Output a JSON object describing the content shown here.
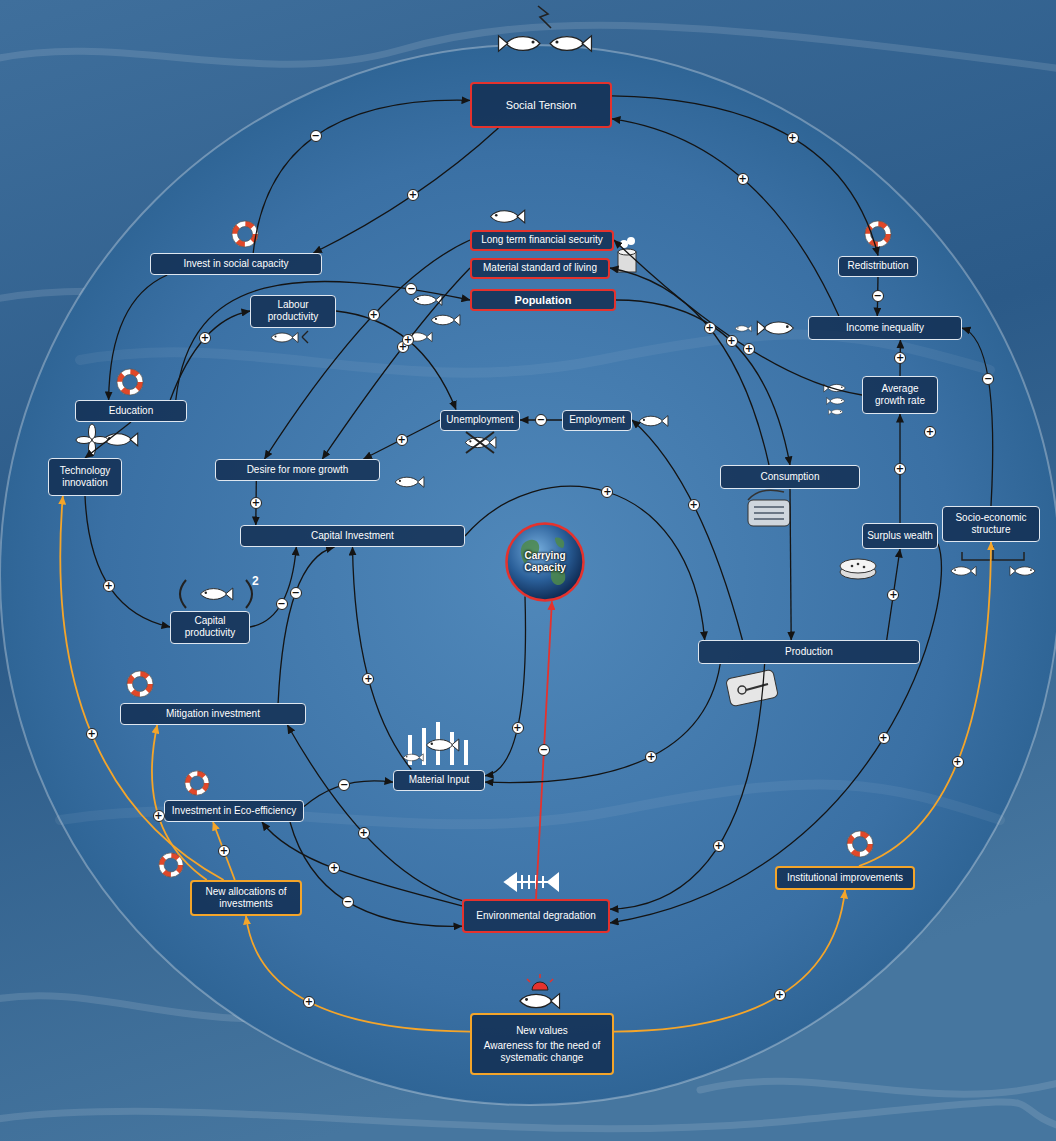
{
  "diagram": {
    "nodes": [
      {
        "text": [
          "Social Tension"
        ]
      },
      {
        "text": [
          "Invest in social capacity"
        ]
      },
      {
        "text": [
          "Long term financial security"
        ]
      },
      {
        "text": [
          "Redistribution"
        ]
      },
      {
        "text": [
          "Material standard of living"
        ]
      },
      {
        "text": [
          "Labour productivity"
        ]
      },
      {
        "text": [
          "Population"
        ]
      },
      {
        "text": [
          "Income inequality"
        ]
      },
      {
        "text": [
          "Education"
        ]
      },
      {
        "text": [
          "Unemployment"
        ]
      },
      {
        "text": [
          "Employment"
        ]
      },
      {
        "text": [
          "Average growth rate"
        ]
      },
      {
        "text": [
          "Desire for more growth"
        ]
      },
      {
        "text": [
          "Technology innovation"
        ]
      },
      {
        "text": [
          "Consumption"
        ]
      },
      {
        "text": [
          "Capital Investment"
        ]
      },
      {
        "text": [
          "Socio-economic structure"
        ]
      },
      {
        "text": [
          "Surplus wealth"
        ]
      },
      {
        "text": [
          "Capital productivity"
        ]
      },
      {
        "text": [
          "Carrying Capacity"
        ]
      },
      {
        "text": [
          "Production"
        ]
      },
      {
        "text": [
          "Mitigation investment"
        ]
      },
      {
        "text": [
          "Material Input"
        ]
      },
      {
        "text": [
          "Investment in Eco-efficiency"
        ]
      },
      {
        "text": [
          "New allocations of investments"
        ]
      },
      {
        "text": [
          "Institutional improvements"
        ]
      },
      {
        "text": [
          "Environmental degradation"
        ]
      },
      {
        "text": [
          "New values",
          "Awareness for the need of systematic change"
        ]
      }
    ],
    "edges": [
      {
        "from": 1,
        "to": 0,
        "arrow": "to",
        "label": "−"
      },
      {
        "from": 0,
        "to": 1,
        "arrow": "to",
        "label": "+"
      },
      {
        "from": 0,
        "to": 3,
        "arrow": "to",
        "label": "+"
      },
      {
        "from": 7,
        "to": 0,
        "arrow": "to",
        "label": "+"
      },
      {
        "from": 3,
        "to": 7,
        "arrow": "to",
        "label": "−"
      },
      {
        "from": 11,
        "to": 7,
        "arrow": "to",
        "label": "+"
      },
      {
        "from": 16,
        "to": 7,
        "arrow": "to",
        "label": "−"
      },
      {
        "from": 11,
        "to": 2,
        "arrow": "to",
        "label": "+"
      },
      {
        "from": 14,
        "to": 4,
        "arrow": "to",
        "label": "+"
      },
      {
        "from": 17,
        "to": 11,
        "arrow": "to",
        "label": "+"
      },
      {
        "from": 2,
        "to": 12,
        "arrow": "to",
        "label": "+"
      },
      {
        "from": 4,
        "to": 12,
        "arrow": "to",
        "label": "+"
      },
      {
        "from": 9,
        "to": 12,
        "arrow": "to",
        "label": "+"
      },
      {
        "from": 10,
        "to": 9,
        "arrow": "to",
        "label": "−"
      },
      {
        "from": 5,
        "to": 9,
        "arrow": "to",
        "label": "+"
      },
      {
        "from": 8,
        "to": 5,
        "arrow": "to",
        "label": "+"
      },
      {
        "from": 1,
        "to": 8,
        "arrow": "to"
      },
      {
        "from": 8,
        "to": 13,
        "arrow": "to"
      },
      {
        "from": 8,
        "to": 6,
        "arrow": "to",
        "label": "−"
      },
      {
        "from": 6,
        "to": 14,
        "arrow": "to",
        "label": "+"
      },
      {
        "from": 20,
        "to": 10,
        "arrow": "to",
        "label": "+"
      },
      {
        "from": 14,
        "to": 20,
        "arrow": "to"
      },
      {
        "from": 20,
        "to": 17,
        "arrow": "to",
        "label": "+"
      },
      {
        "from": 12,
        "to": 15,
        "arrow": "to",
        "label": "+"
      },
      {
        "from": 13,
        "to": 18,
        "arrow": "to",
        "label": "+"
      },
      {
        "from": 18,
        "to": 15,
        "arrow": "to",
        "label": "−"
      },
      {
        "from": 15,
        "to": 20,
        "arrow": "to",
        "label": "+"
      },
      {
        "from": 21,
        "to": 15,
        "arrow": "to",
        "label": "−"
      },
      {
        "from": 22,
        "to": 15,
        "arrow": "to",
        "label": "+"
      },
      {
        "from": 19,
        "to": 22,
        "arrow": "to",
        "label": "+"
      },
      {
        "from": 26,
        "to": 19,
        "arrow": "to",
        "label": "−"
      },
      {
        "from": 20,
        "to": 22,
        "arrow": "to",
        "label": "+"
      },
      {
        "from": 23,
        "to": 22,
        "arrow": "to",
        "label": "−"
      },
      {
        "from": 26,
        "to": 21,
        "arrow": "to",
        "label": "+"
      },
      {
        "from": 26,
        "to": 23,
        "arrow": "to",
        "label": "+"
      },
      {
        "from": 23,
        "to": 26,
        "arrow": "to",
        "label": "−"
      },
      {
        "from": 27,
        "to": 24,
        "arrow": "to",
        "label": "+"
      },
      {
        "from": 27,
        "to": 25,
        "arrow": "to",
        "label": "+"
      },
      {
        "from": 24,
        "to": 13,
        "arrow": "to",
        "label": "+"
      },
      {
        "from": 24,
        "to": 21,
        "arrow": "to",
        "label": "+"
      },
      {
        "from": 24,
        "to": 23,
        "arrow": "to",
        "label": "+"
      },
      {
        "from": 25,
        "to": 16,
        "arrow": "to",
        "label": "+"
      },
      {
        "from": 20,
        "to": 26,
        "arrow": "to",
        "label": "+"
      },
      {
        "from": 17,
        "to": 26,
        "arrow": "to",
        "label": "+"
      }
    ],
    "labels": [
      "+",
      "2"
    ]
  }
}
